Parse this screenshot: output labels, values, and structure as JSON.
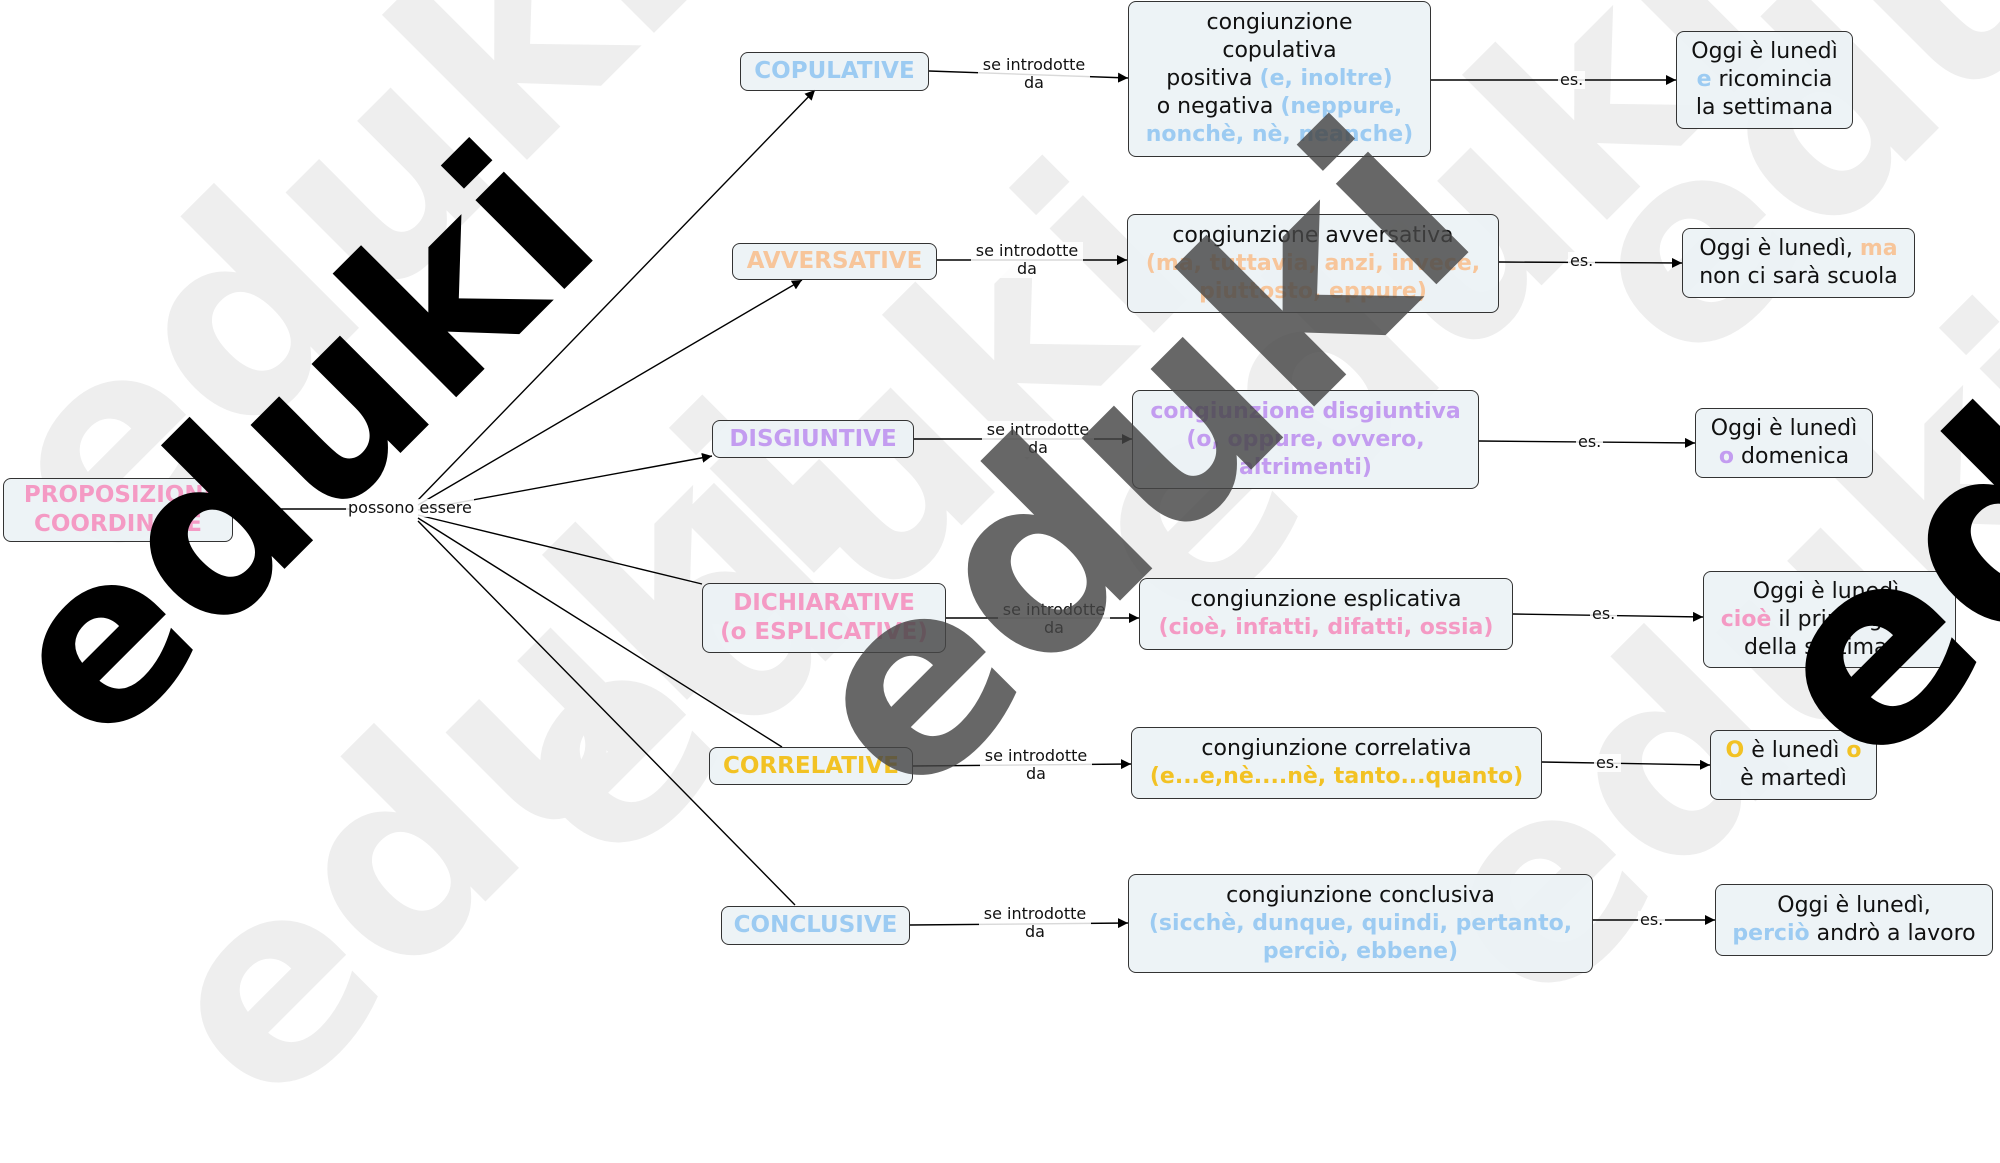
{
  "colors": {
    "copulative": "#9ccbf2",
    "avversative": "#f7c59a",
    "disgiuntive": "#c39cf0",
    "dichiarative": "#f49ac4",
    "correlative": "#f2c224",
    "conclusive": "#9ccbf2",
    "root": "#f49ac4"
  },
  "watermark": "eduki",
  "root": {
    "line1": "PROPOSIZIONI",
    "line2": "COORDINATE"
  },
  "root_edge_label": "possono essere",
  "edge_label_intro": "se introdotte da",
  "edge_label_es": "es.",
  "rows": [
    {
      "id": "copulative",
      "type": "COPULATIVE",
      "conj": {
        "l1": "congiunzione",
        "l2": "copulativa",
        "l3a": "positiva ",
        "l3b": "(e, inoltre)",
        "l4a": "o negativa ",
        "l4b": "(neppure,",
        "l5": "nonchè, nè, neanche)"
      },
      "example": {
        "l1": "Oggi è lunedì",
        "l2a": "e",
        "l2b": " ricomincia",
        "l3": "la settimana"
      }
    },
    {
      "id": "avversative",
      "type": "AVVERSATIVE",
      "conj": {
        "l1": "congiunzione avversativa",
        "l2": "(ma, tuttavia, anzi, invece,",
        "l3": "piuttosto, eppure)"
      },
      "example": {
        "l1a": "Oggi è lunedì, ",
        "l1b": "ma",
        "l2": "non ci sarà scuola"
      }
    },
    {
      "id": "disgiuntive",
      "type": "DISGIUNTIVE",
      "conj": {
        "l1": "congiunzione disgiuntiva",
        "l2": "(o, oppure, ovvero,",
        "l3": "altrimenti)"
      },
      "example": {
        "l1": "Oggi è lunedì",
        "l2a": "o",
        "l2b": " domenica"
      }
    },
    {
      "id": "dichiarative",
      "type_l1": "DICHIARATIVE",
      "type_l2": "(o ESPLICATIVE)",
      "conj": {
        "l1": "congiunzione esplicativa",
        "l2": "(cioè, infatti, difatti, ossia)"
      },
      "example": {
        "l1": "Oggi è lunedì,",
        "l2a": "cioè",
        "l2b": " il primo giorno",
        "l3": "della settimana"
      }
    },
    {
      "id": "correlative",
      "type": "CORRELATIVE",
      "conj": {
        "l1": "congiunzione correlativa",
        "l2": "(e...e,nè....nè, tanto...quanto)"
      },
      "example": {
        "l1a": "O",
        "l1b": " è lunedì ",
        "l1c": "o",
        "l2": "è martedì"
      }
    },
    {
      "id": "conclusive",
      "type": "CONCLUSIVE",
      "conj": {
        "l1": "congiunzione conclusiva",
        "l2": "(sicchè, dunque, quindi, pertanto,",
        "l3": "perciò, ebbene)"
      },
      "example": {
        "l1": "Oggi è lunedì,",
        "l2a": "perciò",
        "l2b": " andrò a lavoro"
      }
    }
  ]
}
